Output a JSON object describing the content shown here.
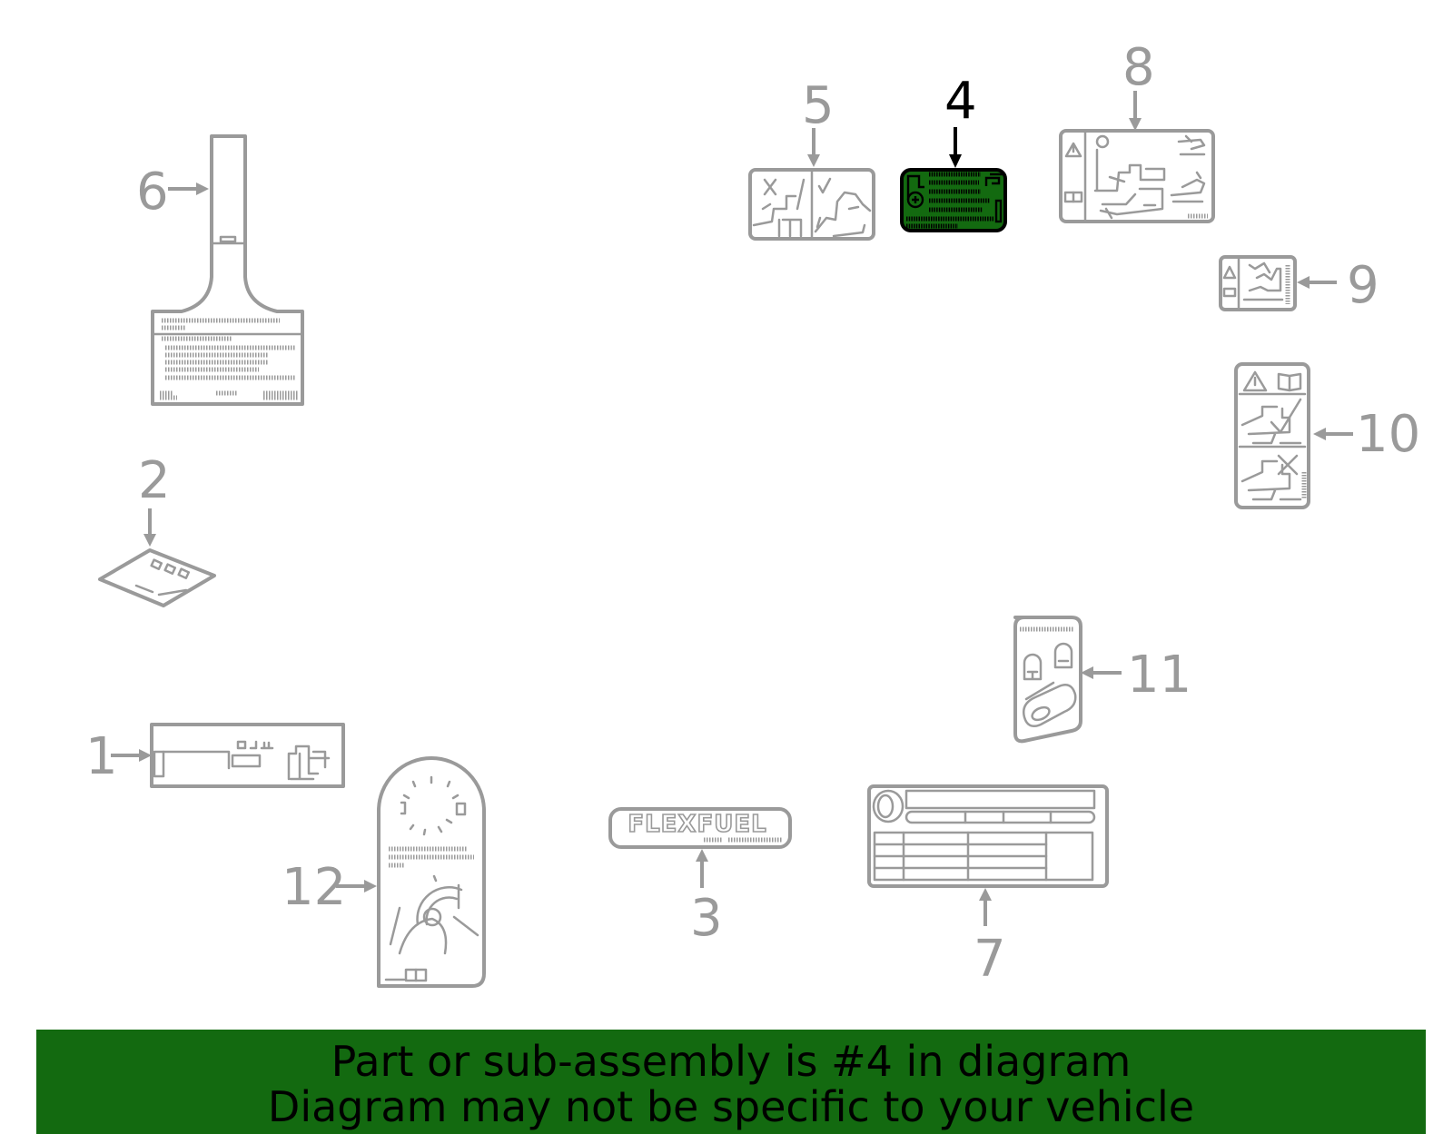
{
  "callouts": {
    "c1": "1",
    "c2": "2",
    "c3": "3",
    "c4": "4",
    "c5": "5",
    "c6": "6",
    "c7": "7",
    "c8": "8",
    "c9": "9",
    "c10": "10",
    "c11": "11",
    "c12": "12"
  },
  "highlighted_part": "4",
  "colors": {
    "highlight_fill": "#136a10",
    "highlight_stroke": "#000000",
    "part_stroke": "#9a9a9a",
    "banner_bg": "#136a10"
  },
  "flexfuel_badge": "FLEXFUEL",
  "banner": {
    "line1": "Part or sub-assembly is #4 in diagram",
    "line2": "Diagram may not be specific to your vehicle"
  }
}
